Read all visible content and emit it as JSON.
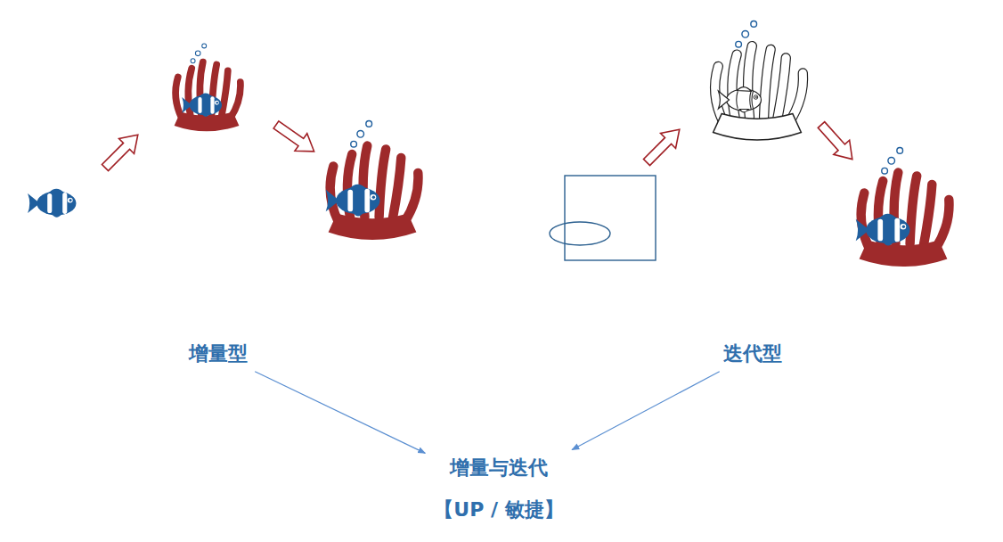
{
  "diagram": {
    "nodes": [
      {
        "text": [
          "增量型"
        ]
      },
      {
        "text": [
          "迭代型"
        ]
      },
      {
        "text": [
          "增量与迭代",
          "【UP / 敏捷】"
        ]
      }
    ],
    "edges": [
      {
        "from": 0,
        "to": 2,
        "arrow": "to"
      },
      {
        "from": 1,
        "to": 2,
        "arrow": "to"
      }
    ]
  }
}
